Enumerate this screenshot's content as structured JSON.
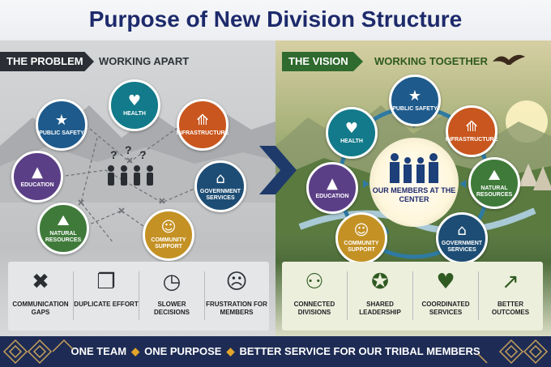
{
  "title": "Purpose of New Division Structure",
  "left": {
    "tag": "THE PROBLEM",
    "subtitle": "WORKING APART",
    "nodes": [
      {
        "icon": "badge-star-icon",
        "label": "PUBLIC SAFETY"
      },
      {
        "icon": "heart-pulse-icon",
        "label": "HEALTH"
      },
      {
        "icon": "road-icon",
        "label": "INFRASTRUCTURE"
      },
      {
        "icon": "graduation-cap-icon",
        "label": "EDUCATION"
      },
      {
        "icon": "government-building-icon",
        "label": "GOVERNMENT SERVICES"
      },
      {
        "icon": "mountain-tree-icon",
        "label": "NATURAL RESOURCES"
      },
      {
        "icon": "people-group-icon",
        "label": "COMMUNITY SUPPORT"
      }
    ],
    "issues": [
      {
        "icon": "speech-bubble-x-icon",
        "label": "COMMUNICATION GAPS"
      },
      {
        "icon": "documents-icon",
        "label": "DUPLICATE EFFORT"
      },
      {
        "icon": "clock-icon",
        "label": "SLOWER DECISIONS"
      },
      {
        "icon": "stressed-person-icon",
        "label": "FRUSTRATION FOR MEMBERS"
      }
    ]
  },
  "right": {
    "tag": "THE VISION",
    "subtitle": "WORKING TOGETHER",
    "center_label": "OUR MEMBERS AT THE CENTER",
    "nodes": [
      {
        "icon": "badge-star-icon",
        "label": "PUBLIC SAFETY"
      },
      {
        "icon": "heart-pulse-icon",
        "label": "HEALTH"
      },
      {
        "icon": "road-icon",
        "label": "INFRASTRUCTURE"
      },
      {
        "icon": "graduation-cap-icon",
        "label": "EDUCATION"
      },
      {
        "icon": "mountain-tree-icon",
        "label": "NATURAL RESOURCES"
      },
      {
        "icon": "people-group-icon",
        "label": "COMMUNITY SUPPORT"
      },
      {
        "icon": "government-building-icon",
        "label": "GOVERNMENT SERVICES"
      }
    ],
    "benefits": [
      {
        "icon": "connected-people-icon",
        "label": "CONNECTED DIVISIONS"
      },
      {
        "icon": "star-leader-icon",
        "label": "SHARED LEADERSHIP"
      },
      {
        "icon": "handshake-icon",
        "label": "COORDINATED SERVICES"
      },
      {
        "icon": "rising-chart-icon",
        "label": "BETTER OUTCOMES"
      }
    ]
  },
  "banner": {
    "part1": "ONE TEAM",
    "part2": "ONE PURPOSE",
    "part3": "BETTER SERVICE FOR OUR TRIBAL MEMBERS"
  },
  "colors": {
    "title": "#1d2a6b",
    "problem_tag": "#2b2f35",
    "vision_tag": "#2f6a2e",
    "banner": "#1e2c55",
    "banner_accent": "#e3a52a"
  }
}
